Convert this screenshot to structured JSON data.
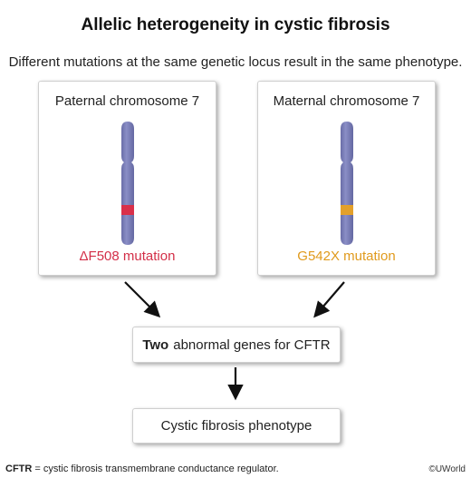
{
  "title": "Allelic heterogeneity in cystic fibrosis",
  "subtitle": "Different mutations at the same genetic locus result in the same phenotype.",
  "paternal": {
    "title": "Paternal chromosome 7",
    "mutation": "ΔF508 mutation"
  },
  "maternal": {
    "title": "Maternal chromosome 7",
    "mutation": "G542X mutation"
  },
  "middle_box": {
    "bold": "Two",
    "rest": "abnormal genes for CFTR"
  },
  "bottom_box": {
    "text": "Cystic fibrosis phenotype"
  },
  "footnote": {
    "abbr": "CFTR",
    "text": "= cystic fibrosis transmembrane conductance regulator."
  },
  "copyright": "©UWorld",
  "colors": {
    "chromosome": "#7b7fb8",
    "paternal_band": "#d9304a",
    "maternal_band": "#e3a02a",
    "paternal_text": "#d32f48",
    "maternal_text": "#e09a1c"
  }
}
